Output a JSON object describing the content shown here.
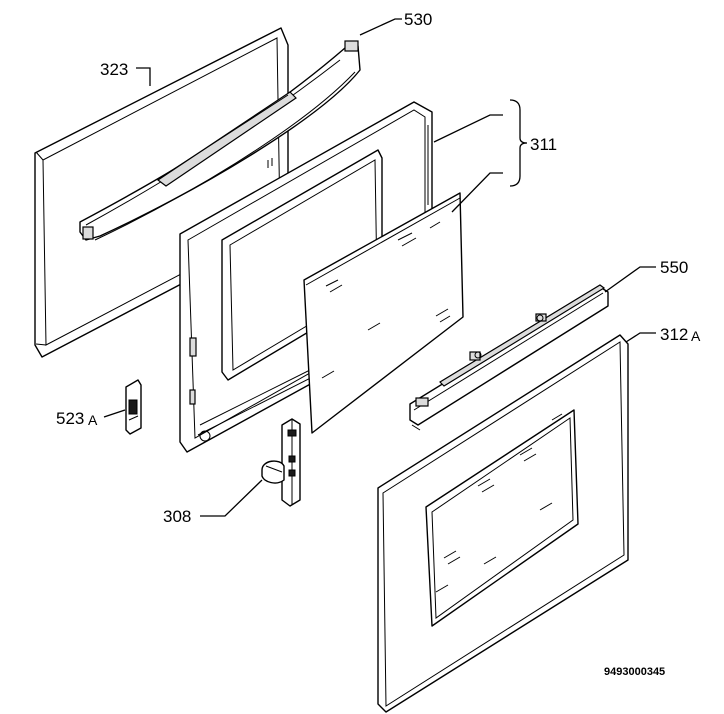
{
  "labels": {
    "p530": "530",
    "p323": "323",
    "p311": "311",
    "p550": "550",
    "p312": "312",
    "p312_suffix": "A",
    "p523": "523",
    "p523_suffix": "A",
    "p308": "308"
  },
  "drawing_code": "9493000345"
}
